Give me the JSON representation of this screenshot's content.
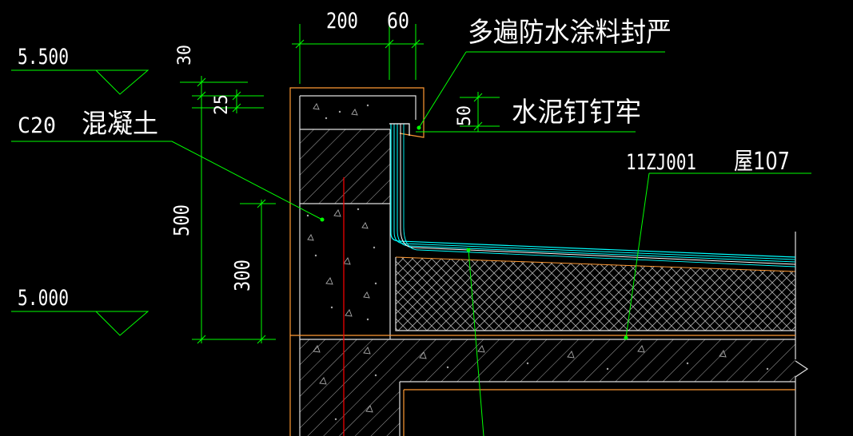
{
  "colors": {
    "background": "#000000",
    "leader": "#00ff00",
    "outline": "#ff9933",
    "waterproof": "#00ffff",
    "axis": "#ff0000",
    "hatch": "#b0b0b0",
    "text": "#ffffff"
  },
  "elevations": {
    "top": "5.500",
    "bottom": "5.000"
  },
  "dimensions": {
    "d200": "200",
    "d60": "60",
    "d30": "30",
    "d25": "25",
    "d50": "50",
    "d500": "500",
    "d300": "300"
  },
  "labels": {
    "waterproof_coating": "多遍防水涂料封严",
    "cement_nail": "水泥钉钉牢",
    "concrete_grade": "C20",
    "concrete_word": "混凝土",
    "atlas_code": "11ZJ001",
    "roof_code": "屋107"
  }
}
